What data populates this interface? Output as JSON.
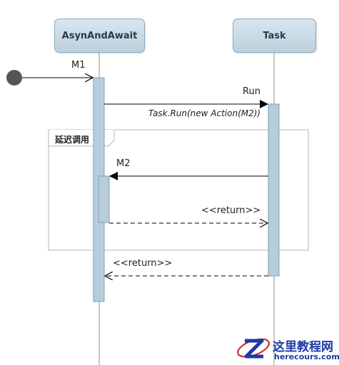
{
  "lifelines": {
    "left": {
      "label": "AsynAndAwait"
    },
    "right": {
      "label": "Task"
    }
  },
  "messages": {
    "m1": {
      "label": "M1"
    },
    "run": {
      "label": "Run",
      "detail": "Task.Run(new Action(M2))"
    },
    "m2": {
      "label": "M2"
    },
    "return_inner": {
      "label": "<<return>>"
    },
    "return_outer": {
      "label": "<<return>>"
    }
  },
  "frame": {
    "label": "延迟调用"
  },
  "watermark": {
    "title": "这里教程网",
    "url": "herecours.com"
  },
  "colors": {
    "activation_fill": "#b7cddc",
    "activation_stroke": "#7f9db3",
    "lifeline": "#c8c8c8",
    "frame": "#b5b5b5",
    "initial_node": "#555555",
    "watermark_title": "#1a3aa8",
    "watermark_logo": "#cc2222"
  }
}
